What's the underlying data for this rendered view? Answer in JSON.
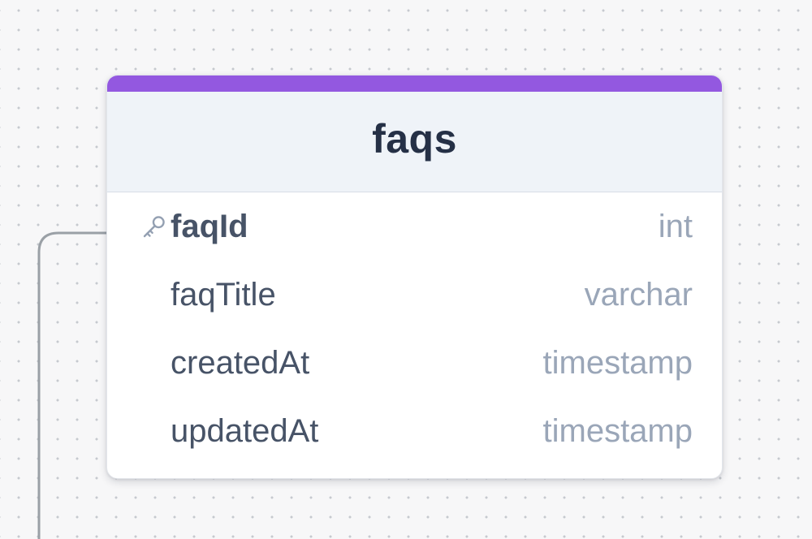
{
  "colors": {
    "accent": "#9358e0",
    "connector": "#9aa0a6",
    "header_bg": "#eff3f8",
    "column_name": "#475367",
    "column_type": "#9aa6b8"
  },
  "table": {
    "name": "faqs",
    "columns": [
      {
        "name": "faqId",
        "type": "int",
        "primary_key": true,
        "icon": "key-icon"
      },
      {
        "name": "faqTitle",
        "type": "varchar",
        "primary_key": false
      },
      {
        "name": "createdAt",
        "type": "timestamp",
        "primary_key": false
      },
      {
        "name": "updatedAt",
        "type": "timestamp",
        "primary_key": false
      }
    ]
  }
}
